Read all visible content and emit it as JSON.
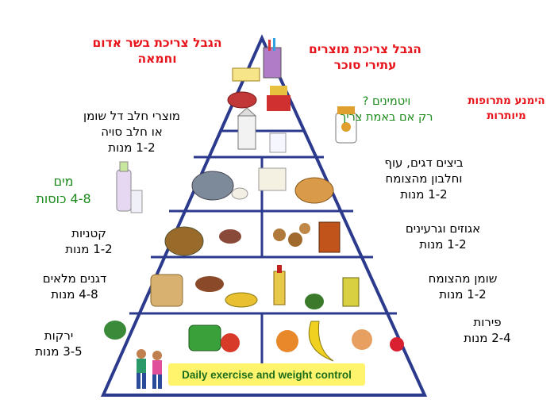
{
  "top_left": {
    "line1": "הגבל צריכת בשר אדום",
    "line2": "וחמאה"
  },
  "top_right": {
    "line1": "הגבל צריכת מוצרים",
    "line2": "עתירי סוכר"
  },
  "vitamins": {
    "line1": "ויטמינים ?",
    "line2": "רק אם באמת צריך"
  },
  "prevent": {
    "line1": "הימנע מתרופות",
    "line2": "מיותרות"
  },
  "dairy": {
    "line1": "מוצרי חלב דל שומן",
    "line2": "או חלב סויה",
    "line3": "1-2 מנות"
  },
  "water": {
    "line1": "מים",
    "line2": "4-8 כוסות"
  },
  "protein": {
    "line1": "ביצים דגים, עוף",
    "line2": "וחלבון מהצומח",
    "line3": "1-2 מנות"
  },
  "legumes": {
    "line1": "קטניות",
    "line2": "1-2 מנות"
  },
  "nuts": {
    "line1": "אגוזים וגרעינים",
    "line2": "1-2 מנות"
  },
  "grains": {
    "line1": "דגנים מלאים",
    "line2": "4-8 מנות"
  },
  "oil": {
    "line1": "שומן מהצומח",
    "line2": "1-2 מנות"
  },
  "vegetables": {
    "line1": "ירקות",
    "line2": "3-5 מנות"
  },
  "fruits": {
    "line1": "פירות",
    "line2": "2-4 מנות"
  },
  "base_banner": "Daily exercise and weight control",
  "colors": {
    "pyramid_fill": "#ffffff",
    "pyramid_stroke": "#2b3a8c",
    "banner_fill": "#fff46b",
    "banner_text": "#1c6d1c",
    "accent_red": "#e8141b",
    "accent_green": "#1a8a1a"
  }
}
